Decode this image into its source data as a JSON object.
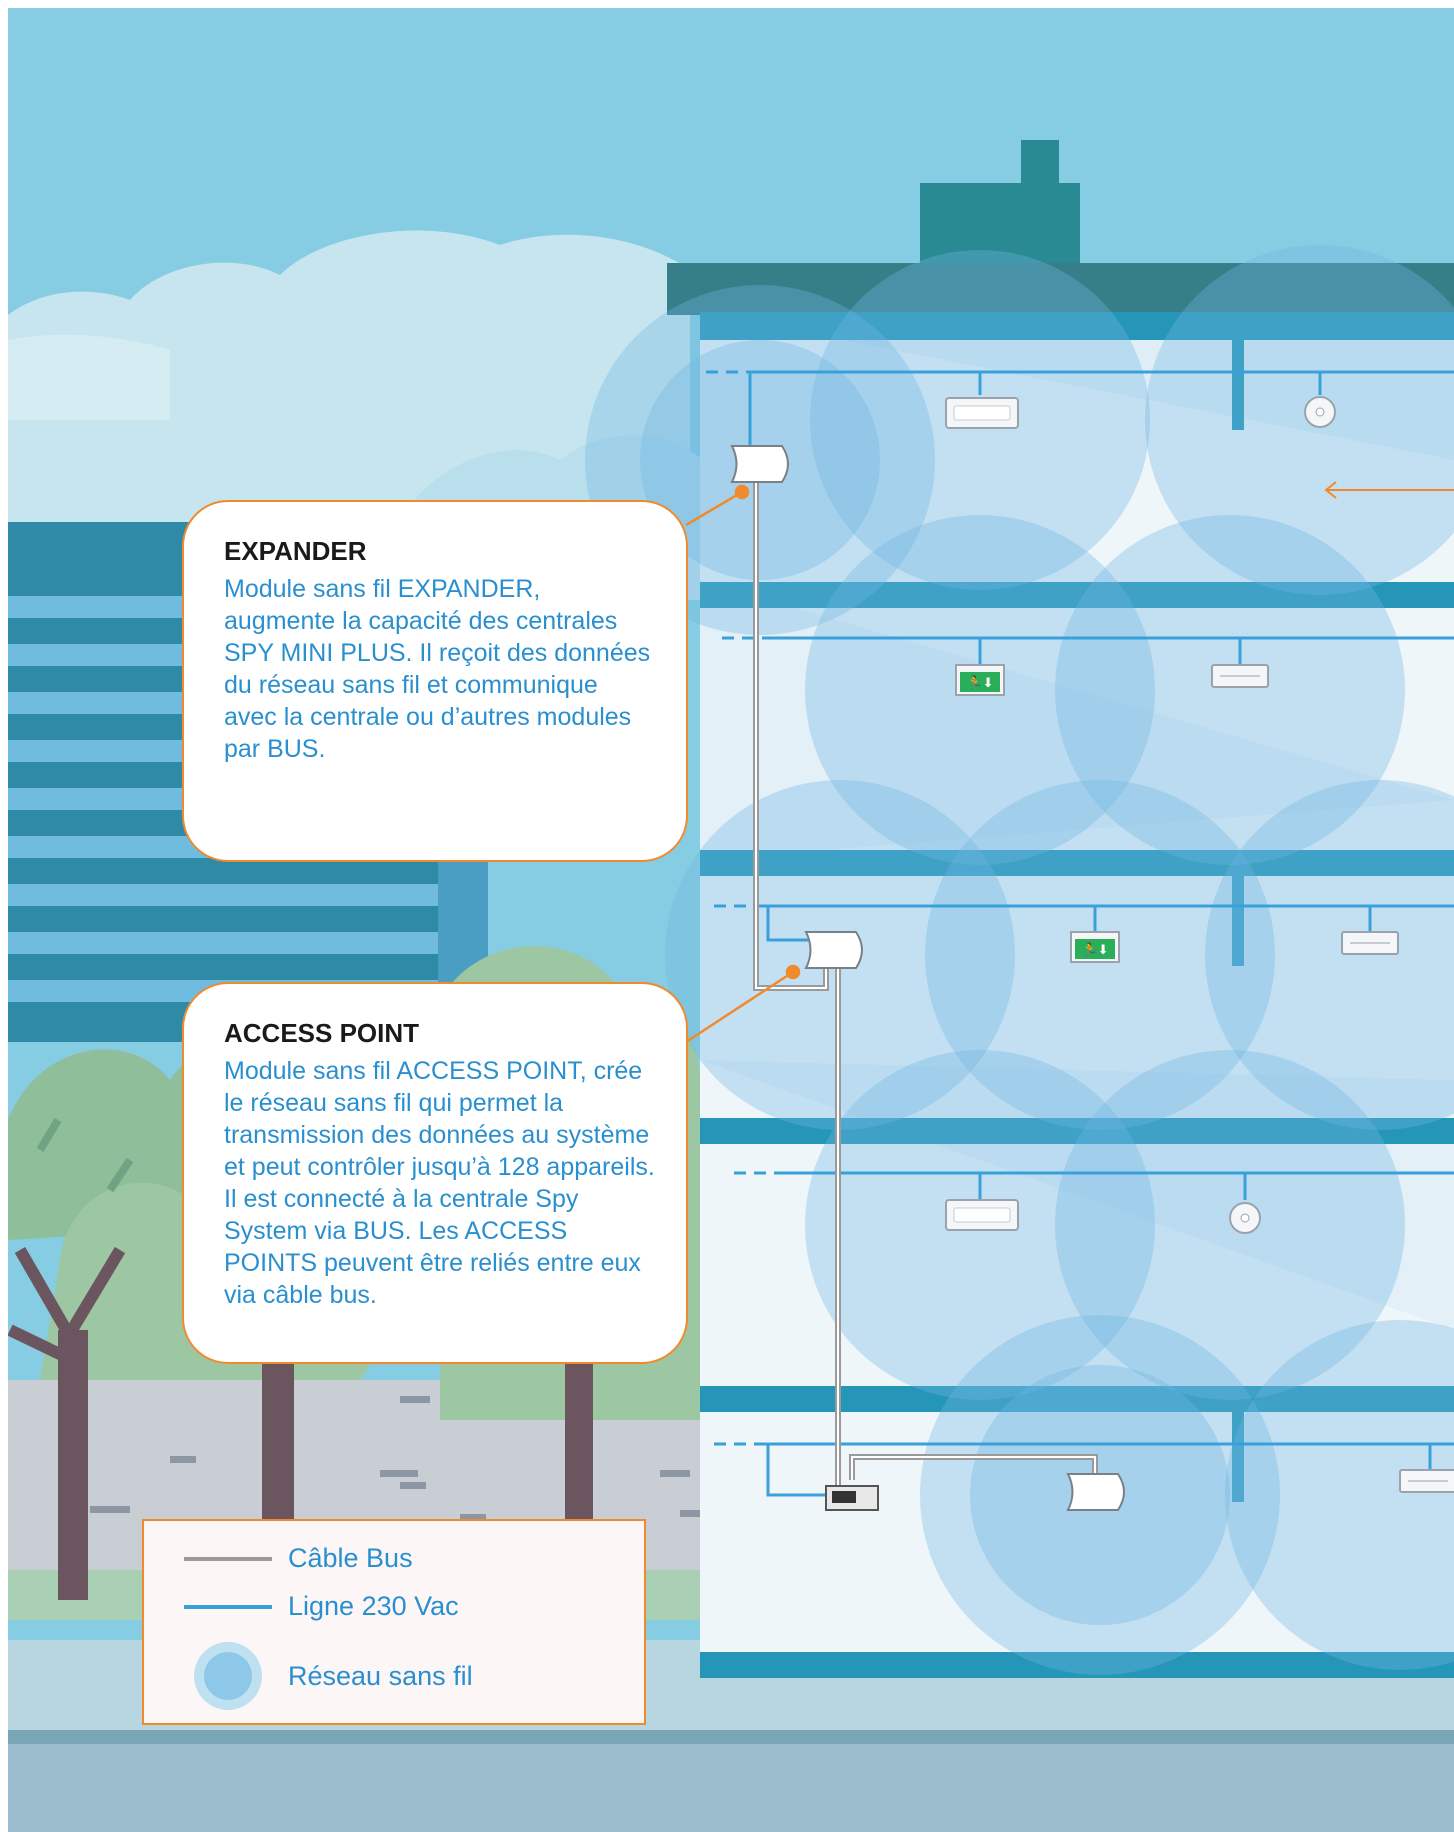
{
  "callouts": {
    "expander": {
      "title": "EXPANDER",
      "body": "Module sans fil EXPANDER, augmente la capacité des centrales SPY MINI PLUS. Il reçoit des données du réseau sans fil et communique avec la centrale ou d’autres modules par BUS."
    },
    "access_point": {
      "title": "ACCESS POINT",
      "body": "Module sans fil ACCESS POINT, crée le réseau sans fil qui permet la transmission des données au système et peut contrôler jusqu’à 128 appareils.  Il est connecté à la centrale Spy System via BUS. Les ACCESS POINTS peuvent être reliés entre eux via câble bus."
    }
  },
  "legend": {
    "bus_cable": {
      "label": "Câble Bus",
      "color": "#9a9a9a"
    },
    "line_230": {
      "label": "Ligne 230 Vac",
      "color": "#3aa0db"
    },
    "wireless": {
      "label": "Réseau sans fil",
      "color": "#8ec8e8"
    }
  },
  "colors": {
    "sky": "#86cde3",
    "cloud": "#c7e5ef",
    "building_band": "#2596b7",
    "roof": "#367f89",
    "chimney": "#2a8a94",
    "wireless_zone": "#6fb6e2",
    "callout_border": "#f08a2c",
    "ground": "#9bbccd"
  },
  "icons": {
    "expander": "expander-module-icon",
    "access_point": "access-point-module-icon",
    "control_unit": "control-unit-icon",
    "exit_sign": "emergency-exit-sign-icon",
    "lamp": "emergency-lamp-icon",
    "round_lamp": "round-ceiling-lamp-icon"
  }
}
